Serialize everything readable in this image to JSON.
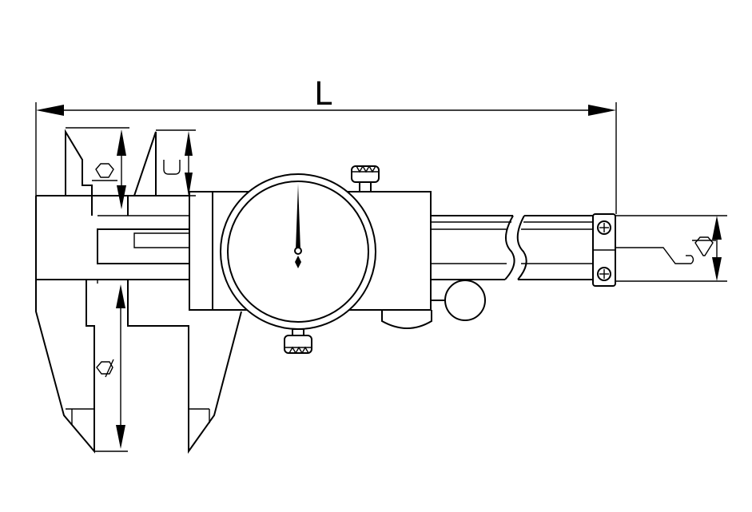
{
  "figure": {
    "dimension_label": "L",
    "symbols": {
      "outside_jaw": "outside-measure-symbol",
      "inside_jaw": "inside-measure-symbol",
      "depth_rod": "depth-measure-symbol",
      "step": "step-measure-symbol"
    }
  }
}
